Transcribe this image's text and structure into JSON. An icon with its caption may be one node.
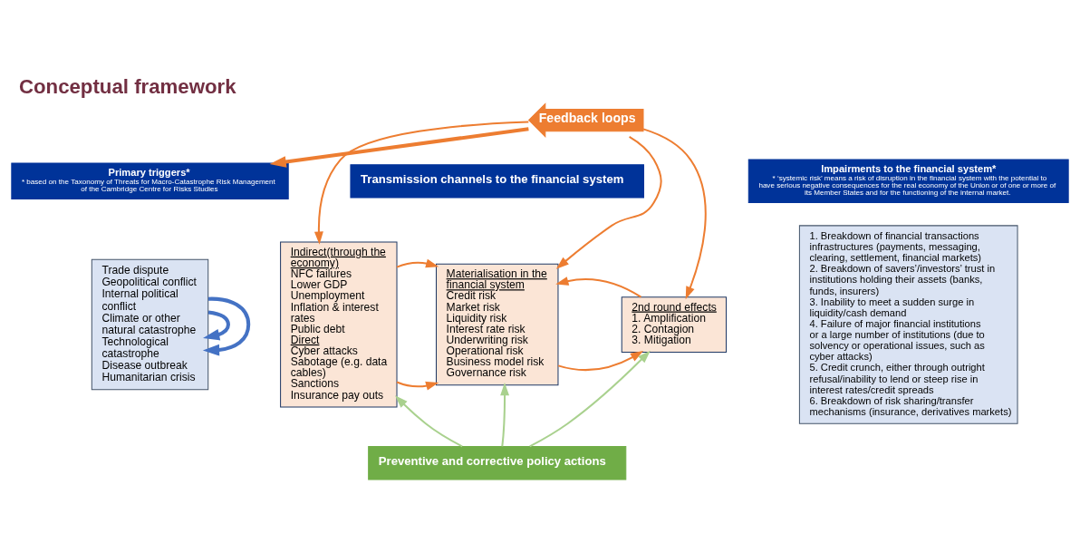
{
  "diagram": {
    "title": "Conceptual framework",
    "nodes": [
      {
        "text": [
          "Primary triggers*",
          "* based on the Taxonomy of Threats for Macro-Catastrophe Risk Management of the Cambridge Centre for Risks Studies"
        ]
      },
      {
        "text": [
          "Trade dispute",
          "Geopolitical conflict",
          "Internal political conflict",
          "Climate or other natural catastrophe",
          "Technological catastrophe",
          "Disease outbreak",
          "Humanitarian crisis"
        ]
      },
      {
        "text": [
          "Feedback loops"
        ]
      },
      {
        "text": [
          "Transmission channels to the financial system"
        ]
      },
      {
        "text": [
          "Indirect(through the economy)",
          "NFC failures",
          "Lower GDP",
          "Unemployment",
          "Inflation & interest rates",
          "Public debt",
          "Direct",
          "Cyber attacks",
          "Sabotage (e.g. data cables)",
          "Sanctions",
          "Insurance pay outs"
        ]
      },
      {
        "text": [
          "Materialisation in the financial system",
          "Credit risk",
          "Market risk",
          "Liquidity risk",
          "Interest rate risk",
          "Underwriting risk",
          "Operational risk",
          "Business model risk",
          "Governance risk"
        ]
      },
      {
        "text": [
          "2nd round effects",
          "1. Amplification",
          "2. Contagion",
          "3. Mitigation"
        ]
      },
      {
        "text": [
          "Impairments to the financial system*",
          "* ‘systemic risk’ means a risk of disruption in the financial system with the potential to have serious negative consequences for the real economy of the Union or of one or more of its Member States and for the functioning of the internal market."
        ]
      },
      {
        "text": [
          "1. Breakdown of financial transactions infrastructures (payments, messaging, clearing, settlement, financial markets)",
          "2. Breakdown of savers’/investors’ trust in institutions holding their assets (banks, funds, insurers)",
          "3. Inability to meet a sudden surge in liquidity/cash demand",
          "4. Failure of major financial institutions or a large number of institutions (due to solvency or operational issues, such as cyber attacks)",
          "5. Credit crunch, either through outright refusal/inability to lend or steep rise in interest rates/credit spreads",
          "6. Breakdown of risk sharing/transfer mechanisms (insurance, derivatives markets)"
        ]
      },
      {
        "text": [
          "Preventive and corrective policy actions"
        ]
      }
    ],
    "edges": [
      {
        "from": 2,
        "to": 0,
        "arrow": "to",
        "style": "thick"
      },
      {
        "from": 2,
        "to": 4,
        "arrow": "to"
      },
      {
        "from": 2,
        "to": 5,
        "arrow": "to"
      },
      {
        "from": 2,
        "to": 6,
        "arrow": "to"
      },
      {
        "from": 4,
        "to": 5,
        "arrow": "to"
      },
      {
        "from": 4,
        "to": 5,
        "arrow": "to"
      },
      {
        "from": 5,
        "to": 6,
        "arrow": "to"
      },
      {
        "from": 6,
        "to": 5,
        "arrow": "to"
      },
      {
        "from": 9,
        "to": 4,
        "arrow": "to",
        "color": "#a9d18e"
      },
      {
        "from": 9,
        "to": 5,
        "arrow": "to",
        "color": "#a9d18e"
      },
      {
        "from": 9,
        "to": 6,
        "arrow": "to",
        "color": "#a9d18e"
      },
      {
        "from": 1,
        "to": 1,
        "arrow": "to",
        "style": "thick",
        "color": "#4472c4"
      },
      {
        "from": 1,
        "to": 1,
        "arrow": "to",
        "style": "thick",
        "color": "#4472c4"
      }
    ]
  }
}
